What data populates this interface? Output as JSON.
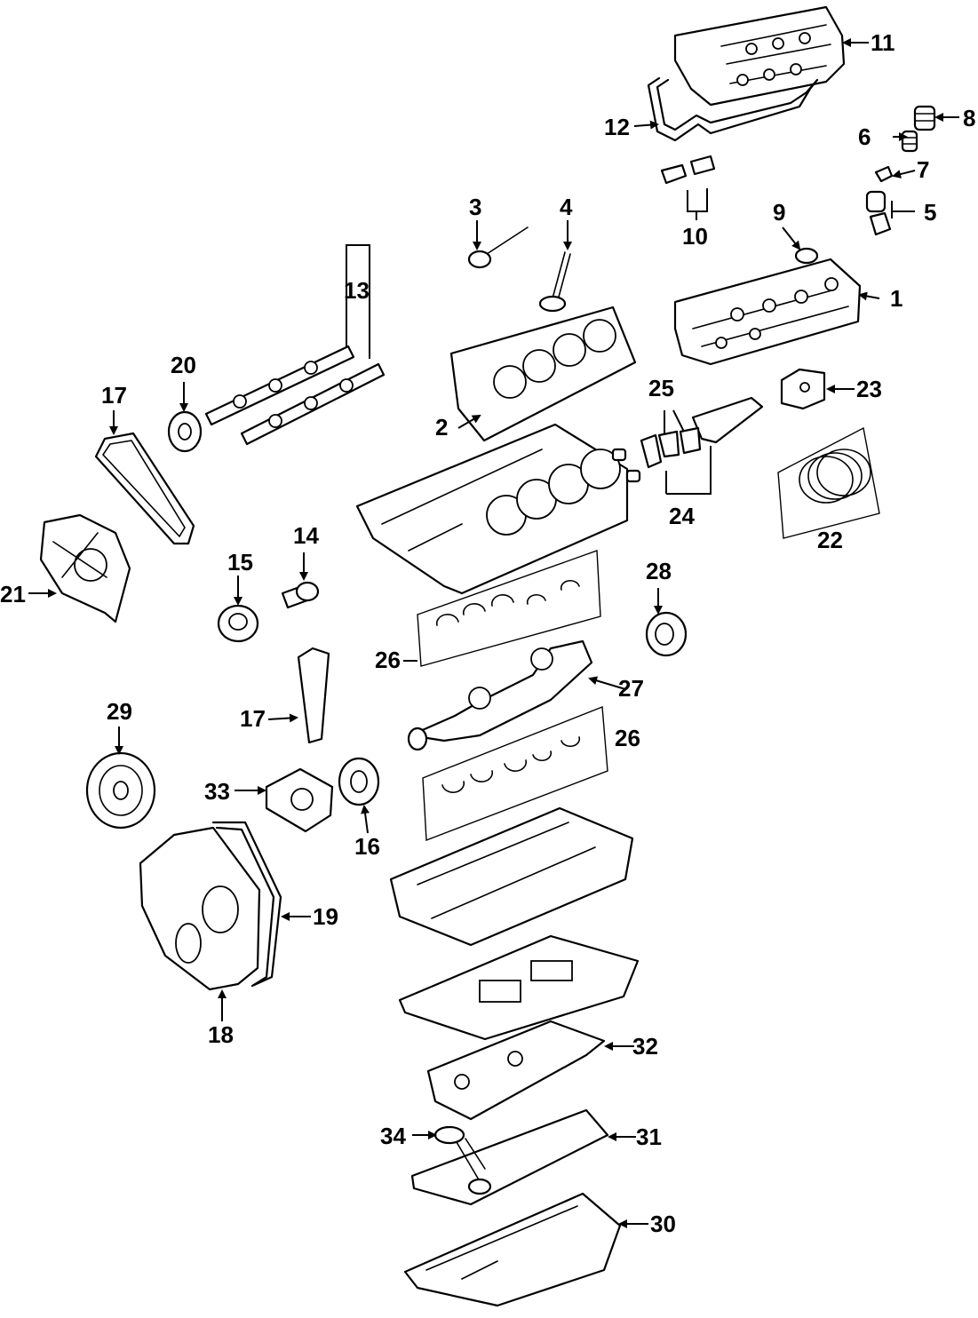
{
  "callouts": {
    "c1": "1",
    "c2": "2",
    "c3": "3",
    "c4": "4",
    "c5": "5",
    "c6": "6",
    "c7": "7",
    "c8": "8",
    "c9": "9",
    "c10": "10",
    "c11": "11",
    "c12": "12",
    "c13": "13",
    "c14": "14",
    "c15": "15",
    "c16": "16",
    "c17a": "17",
    "c17b": "17",
    "c18": "18",
    "c19": "19",
    "c20": "20",
    "c21": "21",
    "c22": "22",
    "c23": "23",
    "c24": "24",
    "c25": "25",
    "c26a": "26",
    "c26b": "26",
    "c27": "27",
    "c28": "28",
    "c29": "29",
    "c30": "30",
    "c31": "31",
    "c32": "32",
    "c33": "33",
    "c34": "34"
  },
  "colors": {
    "line": "#000000",
    "background": "#ffffff"
  }
}
